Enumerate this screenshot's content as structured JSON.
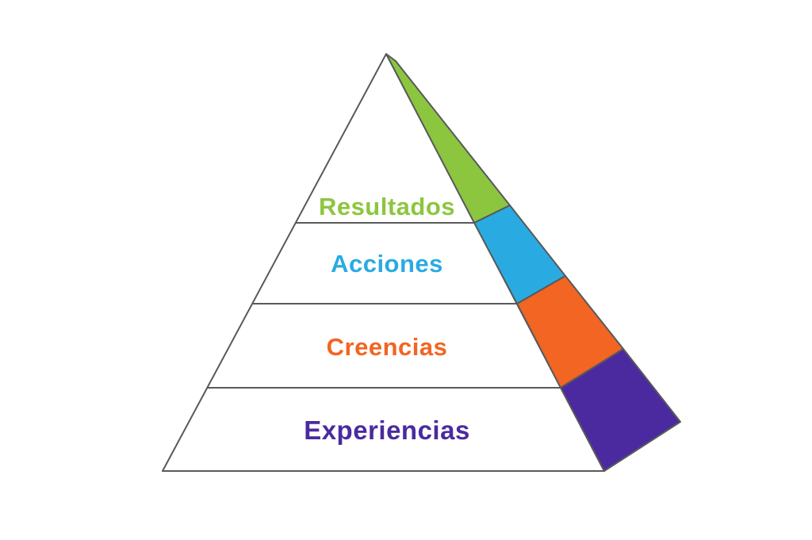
{
  "diagram": {
    "type": "pyramid",
    "background_color": "#FFFFFF",
    "outline_color": "#58595B",
    "fill_color": "#FFFFFF",
    "levels": [
      {
        "label": "Resultados",
        "color": "#8CC63F"
      },
      {
        "label": "Acciones",
        "color": "#29ABE2"
      },
      {
        "label": "Creencias",
        "color": "#F26522"
      },
      {
        "label": "Experiencias",
        "color": "#4B2AA0"
      }
    ]
  }
}
